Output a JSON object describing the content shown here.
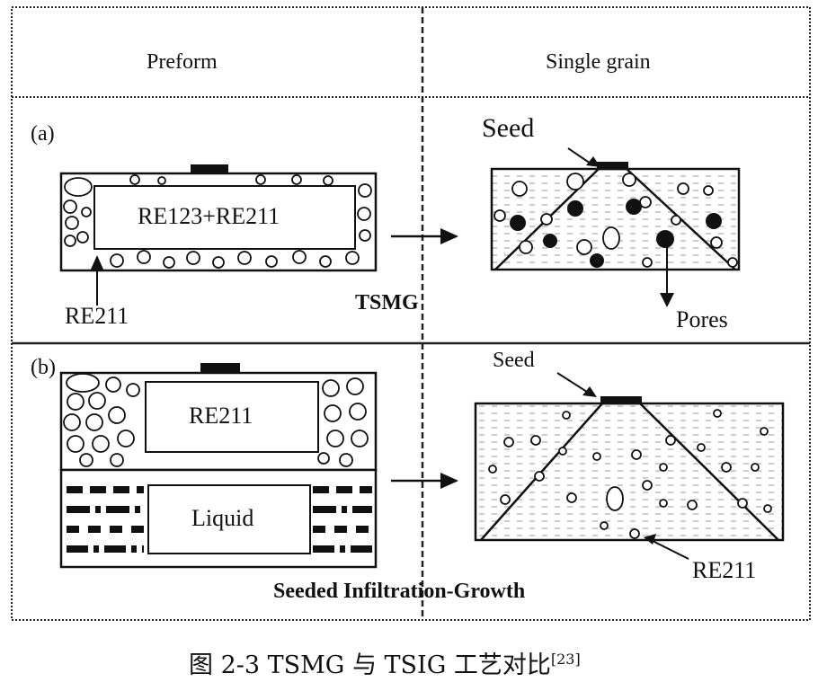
{
  "headers": {
    "left": "Preform",
    "right": "Single grain"
  },
  "panel_a": {
    "tag": "(a)",
    "inner_label": "RE123+RE211",
    "arrow_label": "RE211",
    "seed": "Seed",
    "pores": "Pores",
    "process": "TSMG"
  },
  "panel_b": {
    "tag": "(b)",
    "upper_label": "RE211",
    "lower_label": "Liquid",
    "seed": "Seed",
    "particles": "RE211",
    "process": "Seeded Infiltration-Growth"
  },
  "caption": {
    "text": "图 2-3 TSMG 与 TSIG 工艺对比",
    "ref": "[23]"
  },
  "colors": {
    "ink": "#111111",
    "fill": "#ffffff",
    "hatch": "#9a9a9a"
  }
}
